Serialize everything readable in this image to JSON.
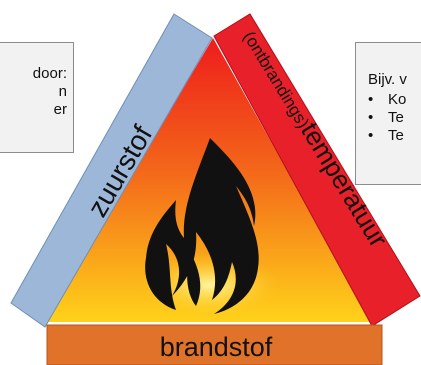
{
  "left_note": {
    "lines": [
      "door:",
      "n",
      "er"
    ]
  },
  "right_note": {
    "intro": "Bijv. v",
    "bullet": "•",
    "items": [
      "Ko",
      "Te",
      "Te"
    ]
  },
  "triangle": {
    "left_side_label": "zuurstof",
    "right_side_label_prefix": "(ontbrandings)",
    "right_side_label_main": "temperatuur",
    "base_label": "brandstof"
  },
  "colors": {
    "oxygen_bar": "#9db7d8",
    "temperature_bar": "#e8202a",
    "fuel_bar": "#e0722a",
    "fire_gradient_top": "#ee1c1c",
    "fire_gradient_bottom": "#ffd21a",
    "flame": "#111111"
  },
  "icons": {
    "flame": "flame-icon"
  }
}
